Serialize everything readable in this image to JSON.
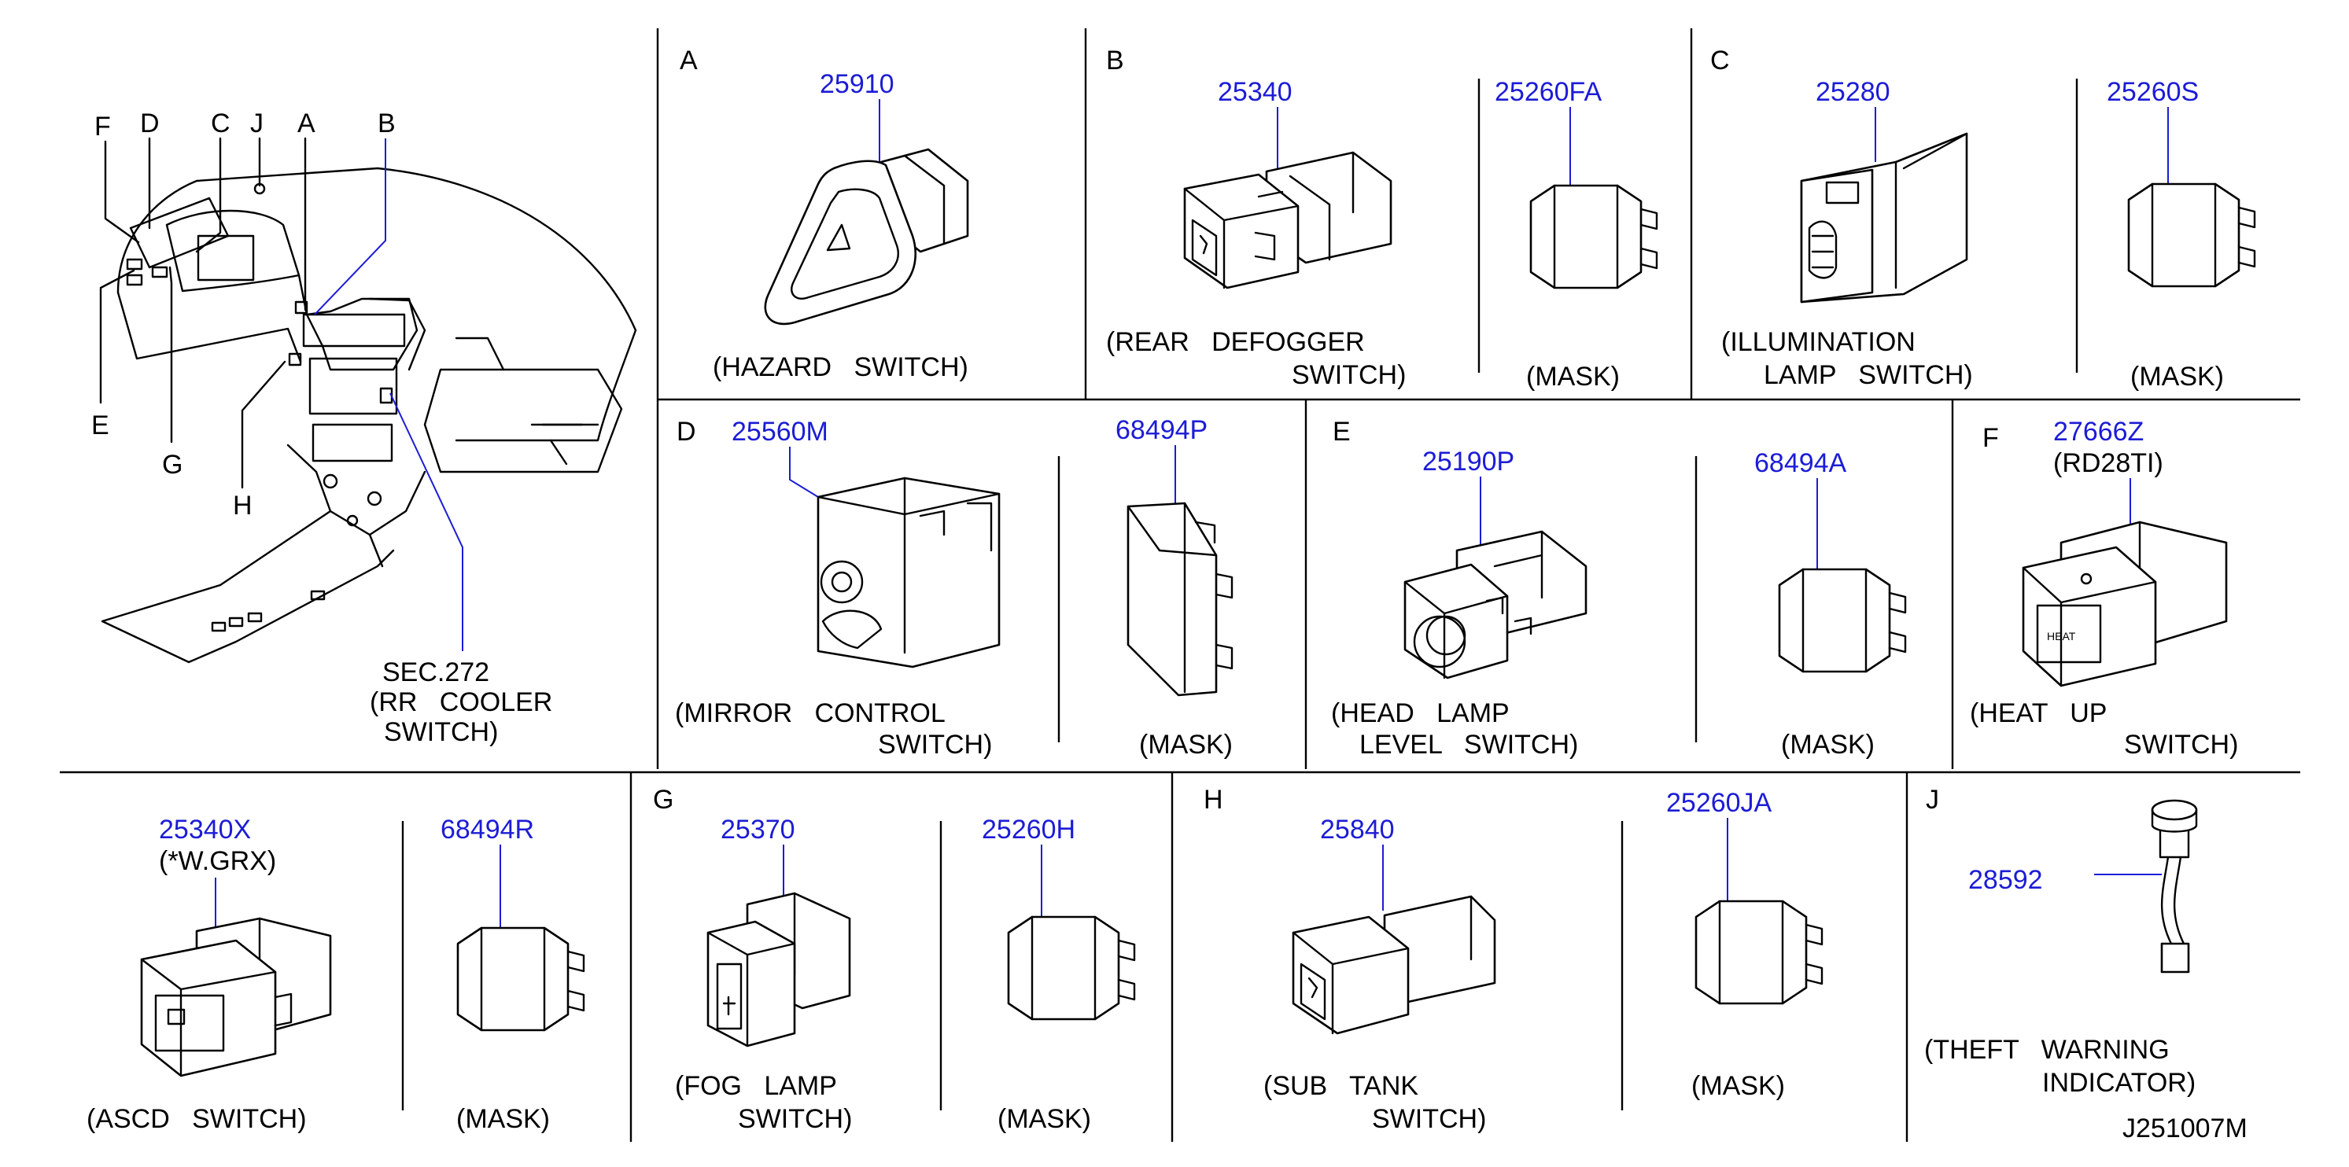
{
  "colors": {
    "part_number": "#1c1cd6",
    "text": "#000000",
    "background": "#ffffff"
  },
  "overview": {
    "callouts": [
      "F",
      "D",
      "C",
      "J",
      "A",
      "B",
      "E",
      "G",
      "H"
    ],
    "sec_lines": [
      "SEC.272",
      "(RR   COOLER",
      "SWITCH)"
    ]
  },
  "panels": {
    "A": {
      "letter": "A",
      "part": "25910",
      "caption": [
        "(HAZARD   SWITCH)"
      ]
    },
    "B": {
      "letter": "B",
      "part": "25340",
      "caption": [
        "(REAR   DEFOGGER",
        "SWITCH)"
      ],
      "mask_part": "25260FA",
      "mask_caption": "(MASK)"
    },
    "C": {
      "letter": "C",
      "part": "25280",
      "caption": [
        "(ILLUMINATION",
        "LAMP   SWITCH)"
      ],
      "mask_part": "25260S",
      "mask_caption": "(MASK)"
    },
    "D": {
      "letter": "D",
      "part": "25560M",
      "caption": [
        "(MIRROR   CONTROL",
        "SWITCH)"
      ],
      "mask_part": "68494P",
      "mask_caption": "(MASK)"
    },
    "E": {
      "letter": "E",
      "part": "25190P",
      "caption": [
        "(HEAD   LAMP",
        "LEVEL   SWITCH)"
      ],
      "mask_part": "68494A",
      "mask_caption": "(MASK)"
    },
    "F": {
      "letter": "F",
      "part": "27666Z",
      "note": "(RD28TI)",
      "caption": [
        "(HEAT   UP",
        "SWITCH)"
      ]
    },
    "ASCD": {
      "part": "25340X",
      "note": "(*W.GRX)",
      "caption": [
        "(ASCD   SWITCH)"
      ],
      "mask_part": "68494R",
      "mask_caption": "(MASK)"
    },
    "G": {
      "letter": "G",
      "part": "25370",
      "caption": [
        "(FOG   LAMP",
        "SWITCH)"
      ],
      "mask_part": "25260H",
      "mask_caption": "(MASK)"
    },
    "H": {
      "letter": "H",
      "part": "25840",
      "caption": [
        "(SUB   TANK",
        "SWITCH)"
      ],
      "mask_part": "25260JA",
      "mask_caption": "(MASK)"
    },
    "J": {
      "letter": "J",
      "part": "28592",
      "caption": [
        "(THEFT   WARNING",
        "INDICATOR)"
      ]
    }
  },
  "drawing_id": "J251007M"
}
